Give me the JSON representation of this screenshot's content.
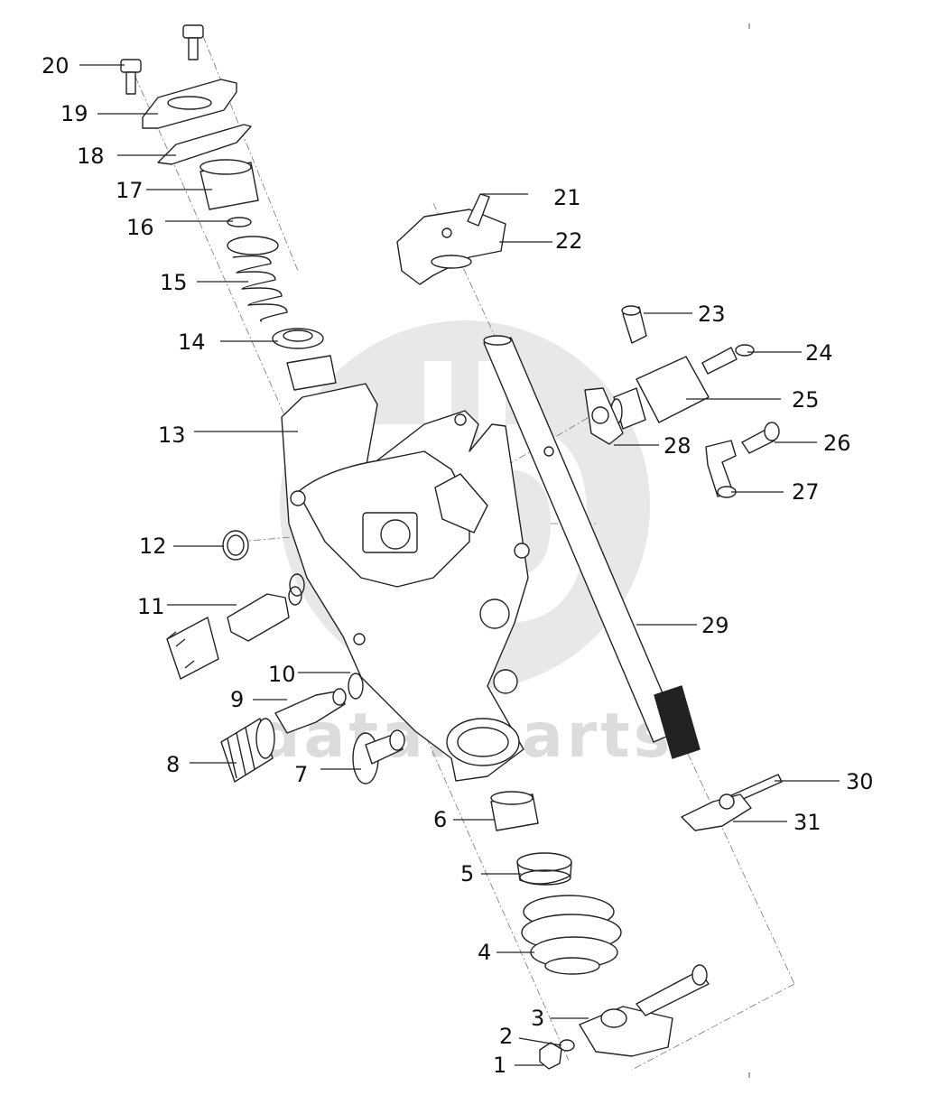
{
  "watermark": {
    "text": "datanparts",
    "color": "#d9d9d9"
  },
  "callouts": [
    {
      "id": "1",
      "label": "1"
    },
    {
      "id": "2",
      "label": "2"
    },
    {
      "id": "3",
      "label": "3"
    },
    {
      "id": "4",
      "label": "4"
    },
    {
      "id": "5",
      "label": "5"
    },
    {
      "id": "6",
      "label": "6"
    },
    {
      "id": "7",
      "label": "7"
    },
    {
      "id": "8",
      "label": "8"
    },
    {
      "id": "9",
      "label": "9"
    },
    {
      "id": "10",
      "label": "10"
    },
    {
      "id": "11",
      "label": "11"
    },
    {
      "id": "12",
      "label": "12"
    },
    {
      "id": "13",
      "label": "13"
    },
    {
      "id": "14",
      "label": "14"
    },
    {
      "id": "15",
      "label": "15"
    },
    {
      "id": "16",
      "label": "16"
    },
    {
      "id": "17",
      "label": "17"
    },
    {
      "id": "18",
      "label": "18"
    },
    {
      "id": "19",
      "label": "19"
    },
    {
      "id": "20",
      "label": "20"
    },
    {
      "id": "21",
      "label": "21"
    },
    {
      "id": "22",
      "label": "22"
    },
    {
      "id": "23",
      "label": "23"
    },
    {
      "id": "24",
      "label": "24"
    },
    {
      "id": "25",
      "label": "25"
    },
    {
      "id": "26",
      "label": "26"
    },
    {
      "id": "27",
      "label": "27"
    },
    {
      "id": "28",
      "label": "28"
    },
    {
      "id": "29",
      "label": "29"
    },
    {
      "id": "30",
      "label": "30"
    },
    {
      "id": "31",
      "label": "31"
    }
  ]
}
